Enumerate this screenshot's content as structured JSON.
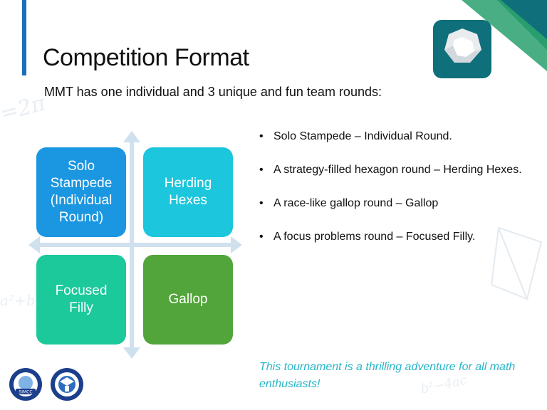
{
  "slide": {
    "title": "Competition Format",
    "subtitle": "MMT has one individual and 3 unique and fun team rounds:"
  },
  "matrix": {
    "tiles": [
      {
        "label": "Solo\nStampede\n(Individual\nRound)",
        "color": "#1b96e0"
      },
      {
        "label": "Herding\nHexes",
        "color": "#1cc6dc"
      },
      {
        "label": "Focused\nFilly",
        "color": "#1bc99b"
      },
      {
        "label": "Gallop",
        "color": "#52a53a"
      }
    ],
    "arrow_color": "#cfe0ef"
  },
  "bullets": [
    "Solo Stampede – Individual Round.",
    "A strategy-filled hexagon round – Herding Hexes.",
    "A race-like gallop round – Gallop",
    "A focus problems round – Focused Filly."
  ],
  "closing": "This tournament is a thrilling adventure for all math enthusiasts!",
  "logos": [
    {
      "name": "simcc-logo",
      "text": "SIMCC"
    },
    {
      "name": "academy-logo",
      "text": ""
    }
  ],
  "theme": {
    "accent_blue": "#1c6fb8",
    "teal": "#0f6f7a",
    "green": "#2f8f5b",
    "italic_text": "#27b5c8"
  }
}
